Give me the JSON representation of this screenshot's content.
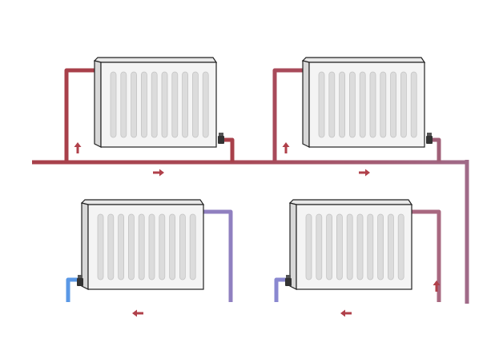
{
  "diagram": {
    "colors": {
      "hot_pipe": "#a8404a",
      "mid_pipe": "#9e6a88",
      "cold_pipe": "#5a98e6",
      "arrow": "#b0404a",
      "radiator_outline": "#222222",
      "radiator_fill": "#f4f4f4",
      "radiator_fin": "#dcdcdc"
    },
    "radiators": [
      {
        "name": "radiator-top-left"
      },
      {
        "name": "radiator-top-right"
      },
      {
        "name": "radiator-bottom-left"
      },
      {
        "name": "radiator-bottom-right"
      }
    ],
    "icons": [
      "flow-arrow-icon",
      "valve-icon"
    ]
  }
}
